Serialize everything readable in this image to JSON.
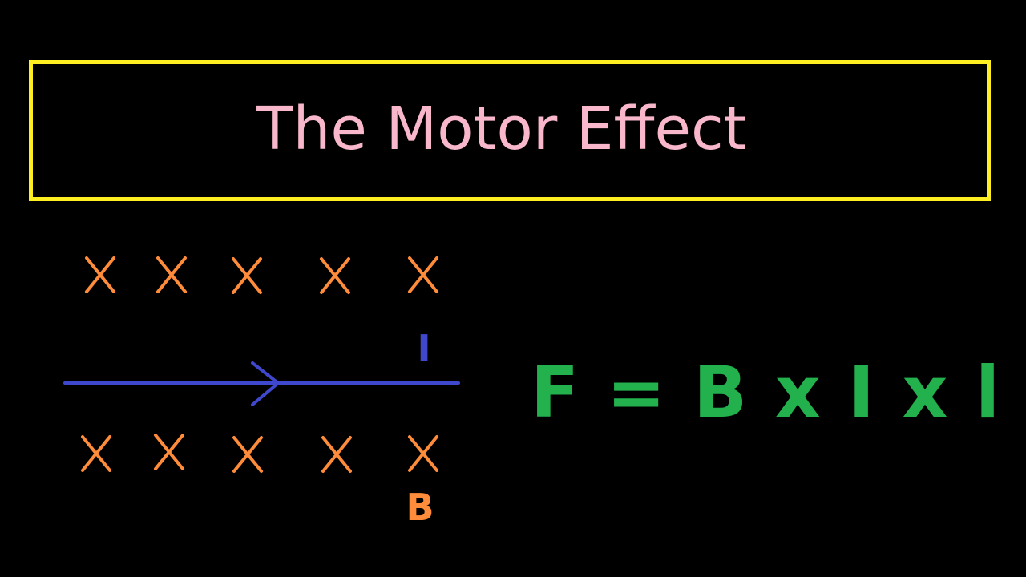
{
  "title": "The Motor Effect",
  "diagram": {
    "current_label": "I",
    "field_label": "B",
    "field_cross_symbol": "x",
    "field_rows": [
      {
        "row": "top",
        "count": 5
      },
      {
        "row": "bottom",
        "count": 5
      }
    ]
  },
  "formula": "F = B x I x l",
  "colors": {
    "background": "#000000",
    "title_border": "#ffee22",
    "title_text": "#f9b7cc",
    "field_crosses": "#ff8c3a",
    "current_wire": "#3f48cc",
    "formula": "#22b14c"
  }
}
